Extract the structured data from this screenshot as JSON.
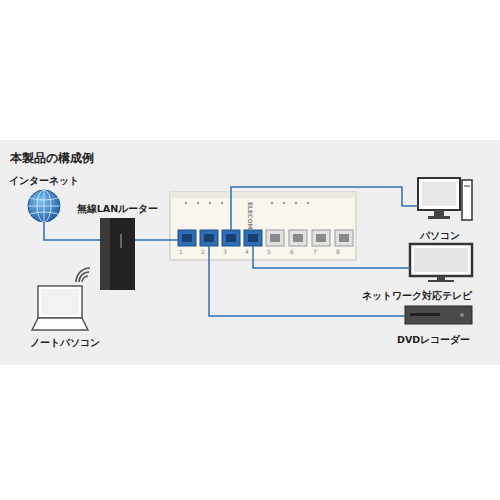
{
  "diagram": {
    "title": "本製品の構成例",
    "nodes": [
      {
        "text": [
          "インターネット"
        ]
      },
      {
        "text": [
          "無線LANルーター"
        ]
      },
      {
        "text": [
          "ELECOM"
        ]
      },
      {
        "text": [
          "パソコン"
        ]
      },
      {
        "text": [
          "ネットワーク対応テレビ"
        ]
      },
      {
        "text": [
          "DVDレコーダー"
        ]
      },
      {
        "text": [
          "ノートパソコン"
        ]
      }
    ],
    "edges": [
      {
        "from": 0,
        "to": 1,
        "arrow": "none"
      },
      {
        "from": 1,
        "to": 2,
        "arrow": "none"
      },
      {
        "from": 2,
        "to": 3,
        "arrow": "none"
      },
      {
        "from": 2,
        "to": 4,
        "arrow": "none"
      },
      {
        "from": 2,
        "to": 5,
        "arrow": "none"
      }
    ],
    "labels": [
      "1",
      "2",
      "3",
      "4",
      "5",
      "6",
      "7",
      "8"
    ]
  }
}
